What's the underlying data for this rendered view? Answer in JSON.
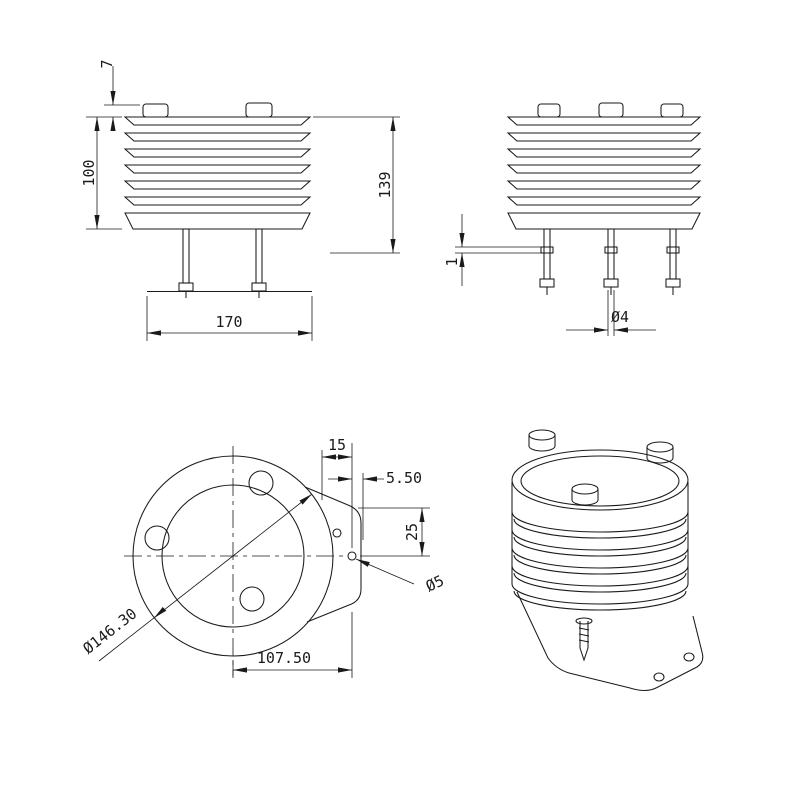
{
  "page": {
    "background": "#ffffff",
    "ink": "#1a1a1a"
  },
  "views": {
    "front_left": {
      "dims": {
        "cap_height": "7",
        "louver_stack_height": "100",
        "overall_height": "139",
        "base_width": "170"
      }
    },
    "front_right": {
      "dims": {
        "washer_thickness": "1",
        "bolt_diameter": "Ø4"
      }
    },
    "top": {
      "dims": {
        "tab_width": "15",
        "hole_offset": "5.50",
        "tab_height": "25",
        "tab_hole_diameter": "Ø5",
        "outer_diameter": "Ø146.30",
        "mount_hole_distance": "107.50"
      }
    }
  }
}
